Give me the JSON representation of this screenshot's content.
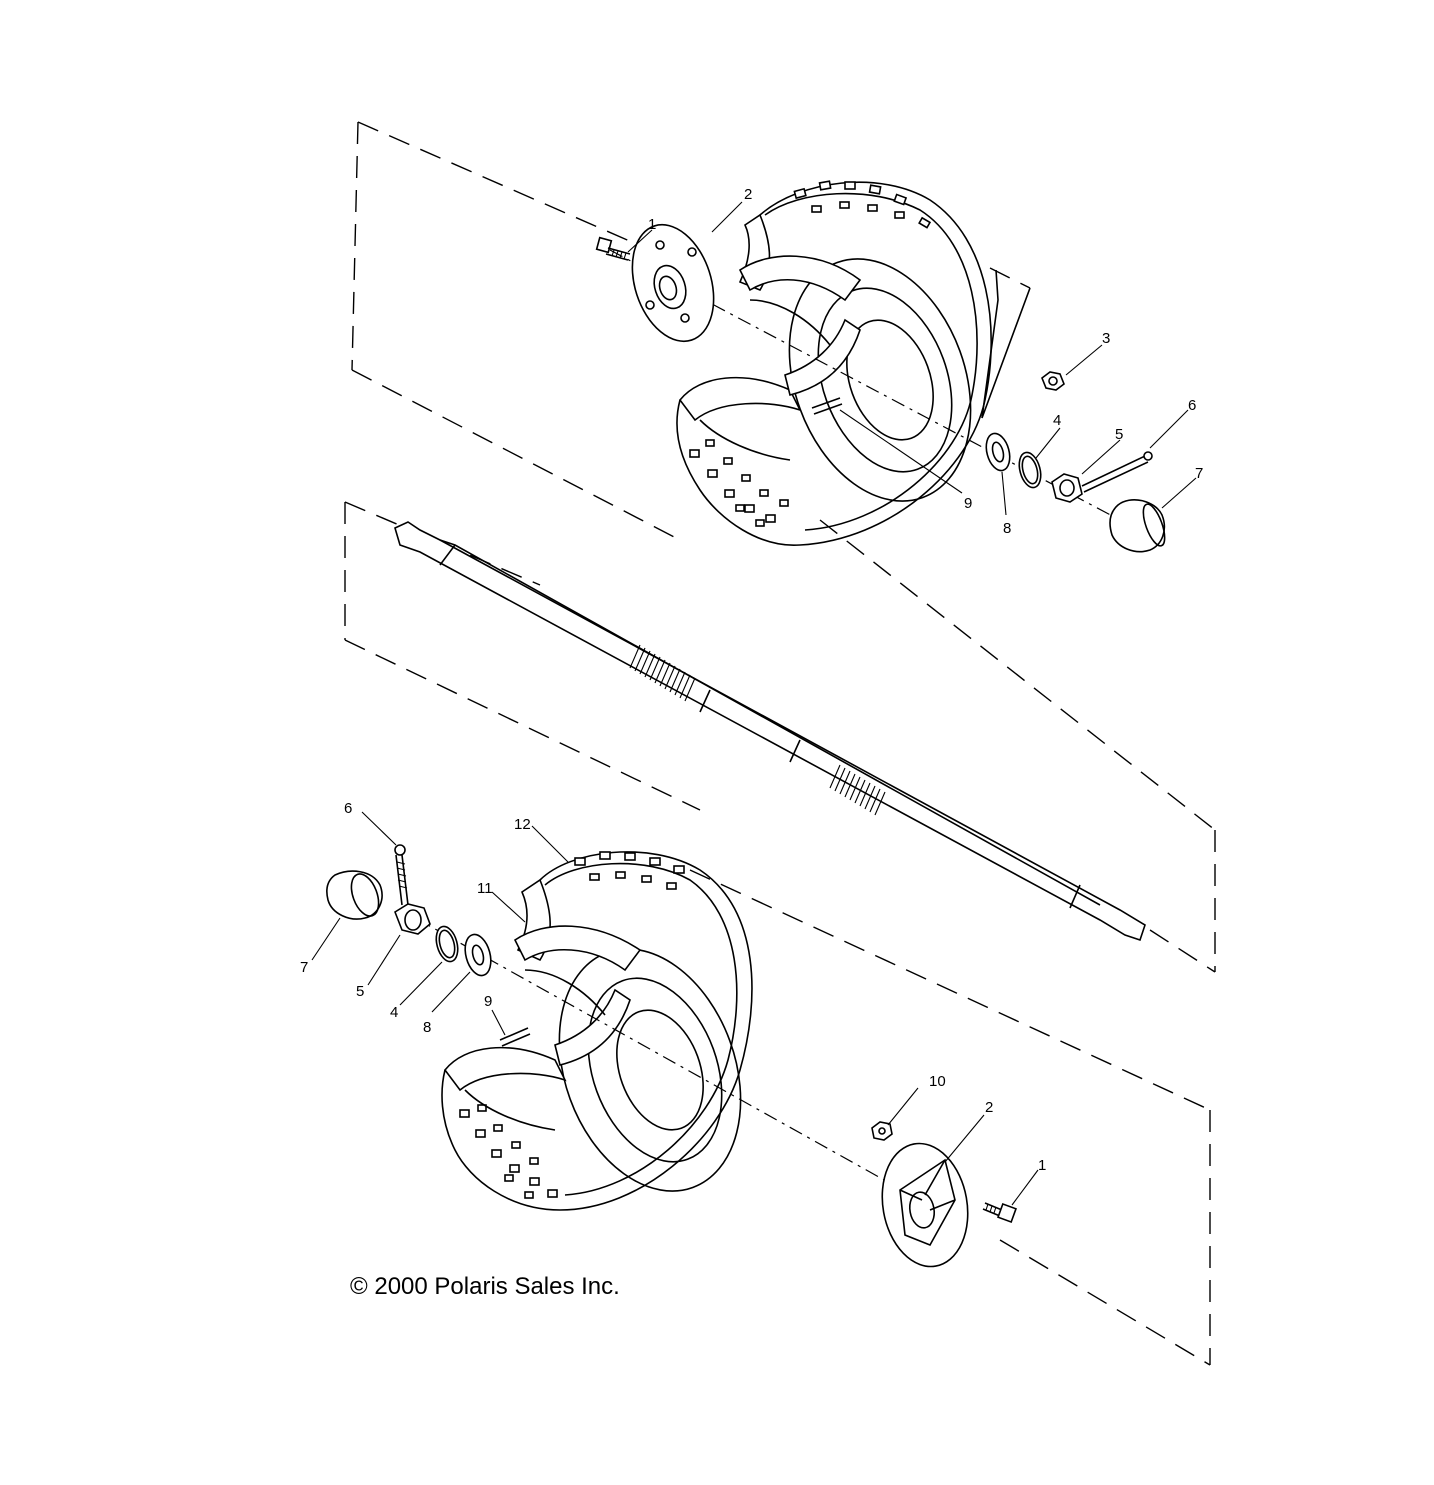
{
  "callouts_top": [
    {
      "id": "top-1",
      "text": "1"
    },
    {
      "id": "top-2",
      "text": "2"
    },
    {
      "id": "top-3",
      "text": "3"
    },
    {
      "id": "top-4",
      "text": "4"
    },
    {
      "id": "top-5",
      "text": "5"
    },
    {
      "id": "top-6",
      "text": "6"
    },
    {
      "id": "top-7",
      "text": "7"
    },
    {
      "id": "top-8",
      "text": "8"
    },
    {
      "id": "top-9",
      "text": "9"
    }
  ],
  "callouts_bottom": [
    {
      "id": "bot-6",
      "text": "6"
    },
    {
      "id": "bot-12",
      "text": "12"
    },
    {
      "id": "bot-11",
      "text": "11"
    },
    {
      "id": "bot-7",
      "text": "7"
    },
    {
      "id": "bot-5",
      "text": "5"
    },
    {
      "id": "bot-4",
      "text": "4"
    },
    {
      "id": "bot-8",
      "text": "8"
    },
    {
      "id": "bot-9",
      "text": "9"
    },
    {
      "id": "bot-10",
      "text": "10"
    },
    {
      "id": "bot-2",
      "text": "2"
    },
    {
      "id": "bot-1",
      "text": "1"
    }
  ],
  "copyright": "© 2000 Polaris Sales Inc."
}
